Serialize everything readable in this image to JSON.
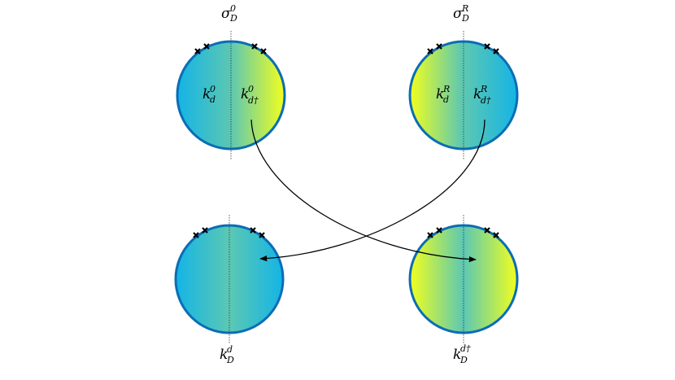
{
  "labels": {
    "top_left": {
      "base": "σ",
      "sub": "D",
      "sup": "0"
    },
    "top_right": {
      "base": "σ",
      "sub": "D",
      "sup": "R"
    },
    "bottom_left": {
      "base": "k",
      "sub": "D",
      "sup": "d"
    },
    "bottom_right": {
      "base": "k",
      "sub": "D",
      "sup": "d†"
    },
    "tl_left_half": {
      "base": "k",
      "sub": "d",
      "sup": "0"
    },
    "tl_right_half": {
      "base": "k",
      "sub": "d†",
      "sup": "0"
    },
    "tr_left_half": {
      "base": "k",
      "sub": "d",
      "sup": "R"
    },
    "tr_right_half": {
      "base": "k",
      "sub": "d†",
      "sup": "R"
    }
  },
  "colors": {
    "outline": "#0b6db5",
    "cyan": "#14b4e6",
    "teal": "#5ac8b4",
    "yellow": "#f2ff1e",
    "line": "#000000"
  }
}
